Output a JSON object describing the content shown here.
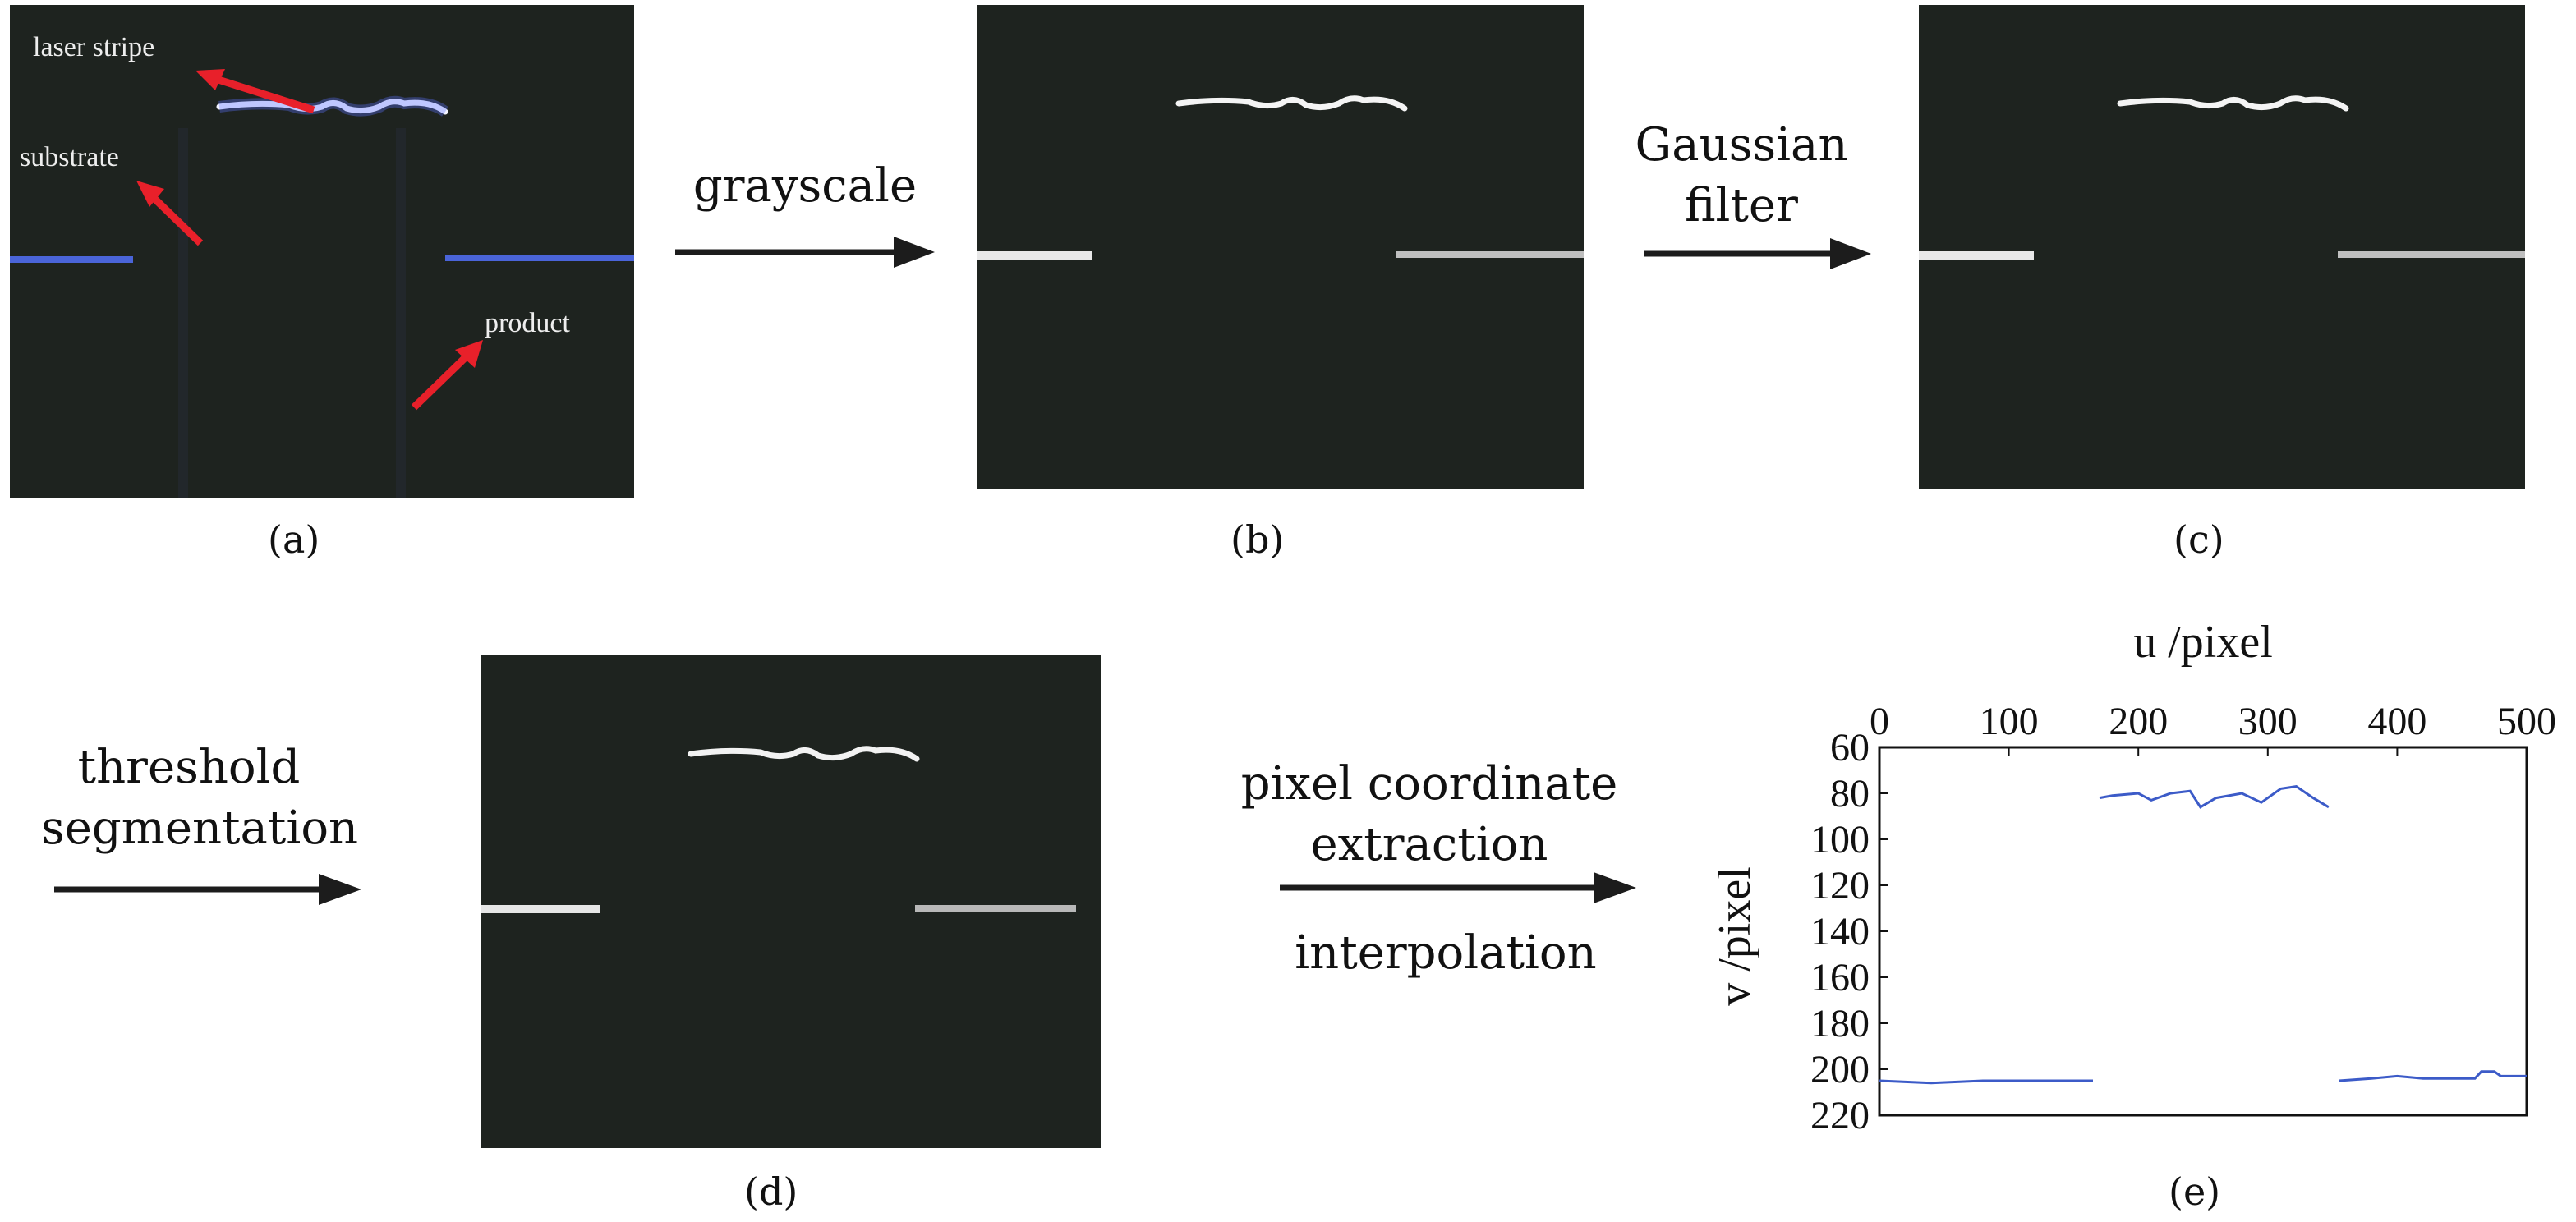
{
  "panels": {
    "a": {
      "caption": "(a)",
      "annotations": {
        "laser_stripe": "laser stripe",
        "substrate": "substrate",
        "product": "product"
      }
    },
    "b": {
      "caption": "(b)"
    },
    "c": {
      "caption": "(c)"
    },
    "d": {
      "caption": "(d)"
    },
    "e": {
      "caption": "(e)"
    }
  },
  "steps": {
    "grayscale": {
      "lines": [
        "grayscale"
      ]
    },
    "gaussian": {
      "lines": [
        "Gaussian",
        "filter"
      ]
    },
    "threshold": {
      "lines": [
        "threshold",
        "segmentation"
      ]
    },
    "extraction": {
      "lines": [
        "pixel coordinate",
        "extraction"
      ],
      "below": "interpolation"
    }
  },
  "colors": {
    "image_bg": "#1e231f",
    "laser_blue": "#4a64d8",
    "line_blue": "#3c5bc8",
    "arrow_red": "#e8202a"
  },
  "chart_data": {
    "type": "line",
    "xlabel": "u /pixel",
    "ylabel": "v /pixel",
    "xlim": [
      0,
      500
    ],
    "ylim": [
      60,
      220
    ],
    "y_inverted": true,
    "x_axis_position": "top",
    "xticks": [
      0,
      100,
      200,
      300,
      400,
      500
    ],
    "yticks": [
      60,
      80,
      100,
      120,
      140,
      160,
      180,
      200,
      220
    ],
    "series": [
      {
        "x": [
          0,
          40,
          80,
          120,
          165
        ],
        "y": [
          205,
          206,
          205,
          205,
          205
        ]
      },
      {
        "x": [
          170,
          180,
          200,
          210,
          225,
          240,
          248,
          260,
          280,
          295,
          310,
          322,
          335,
          347
        ],
        "y": [
          82,
          81,
          80,
          83,
          80,
          79,
          86,
          82,
          80,
          84,
          78,
          77,
          82,
          86
        ]
      },
      {
        "x": [
          355,
          380,
          400,
          420,
          440,
          460,
          465,
          475,
          480,
          500
        ],
        "y": [
          205,
          204,
          203,
          204,
          204,
          204,
          201,
          201,
          203,
          203
        ]
      }
    ]
  }
}
